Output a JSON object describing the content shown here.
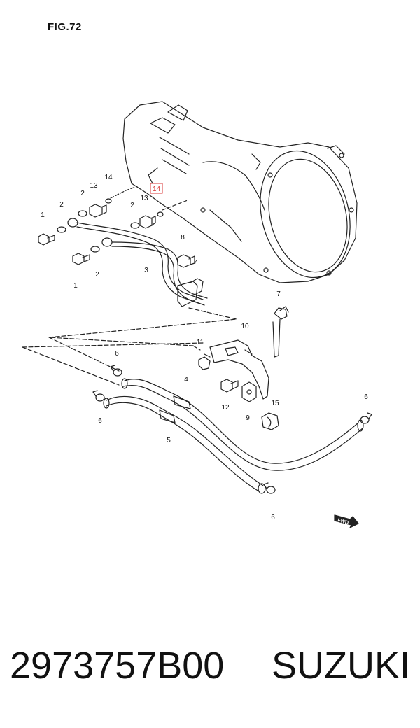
{
  "figure": {
    "title": "FIG.72"
  },
  "callouts": {
    "c1a": "1",
    "c1b": "1",
    "c2a": "2",
    "c2b": "2",
    "c2c": "2",
    "c2d": "2",
    "c3": "3",
    "c4": "4",
    "c5": "5",
    "c6a": "6",
    "c6b": "6",
    "c6c": "6",
    "c6d": "6",
    "c7a": "7",
    "c7b": "7",
    "c8": "8",
    "c9": "9",
    "c10": "10",
    "c11": "11",
    "c12": "12",
    "c13a": "13",
    "c13b": "13",
    "c14a": "14",
    "c14b": "14",
    "c15": "15"
  },
  "highlight_color": "#d93a3a",
  "fwd_badge": "FWD",
  "footer": {
    "part_number": "2973757B00",
    "brand": "SUZUKI"
  }
}
